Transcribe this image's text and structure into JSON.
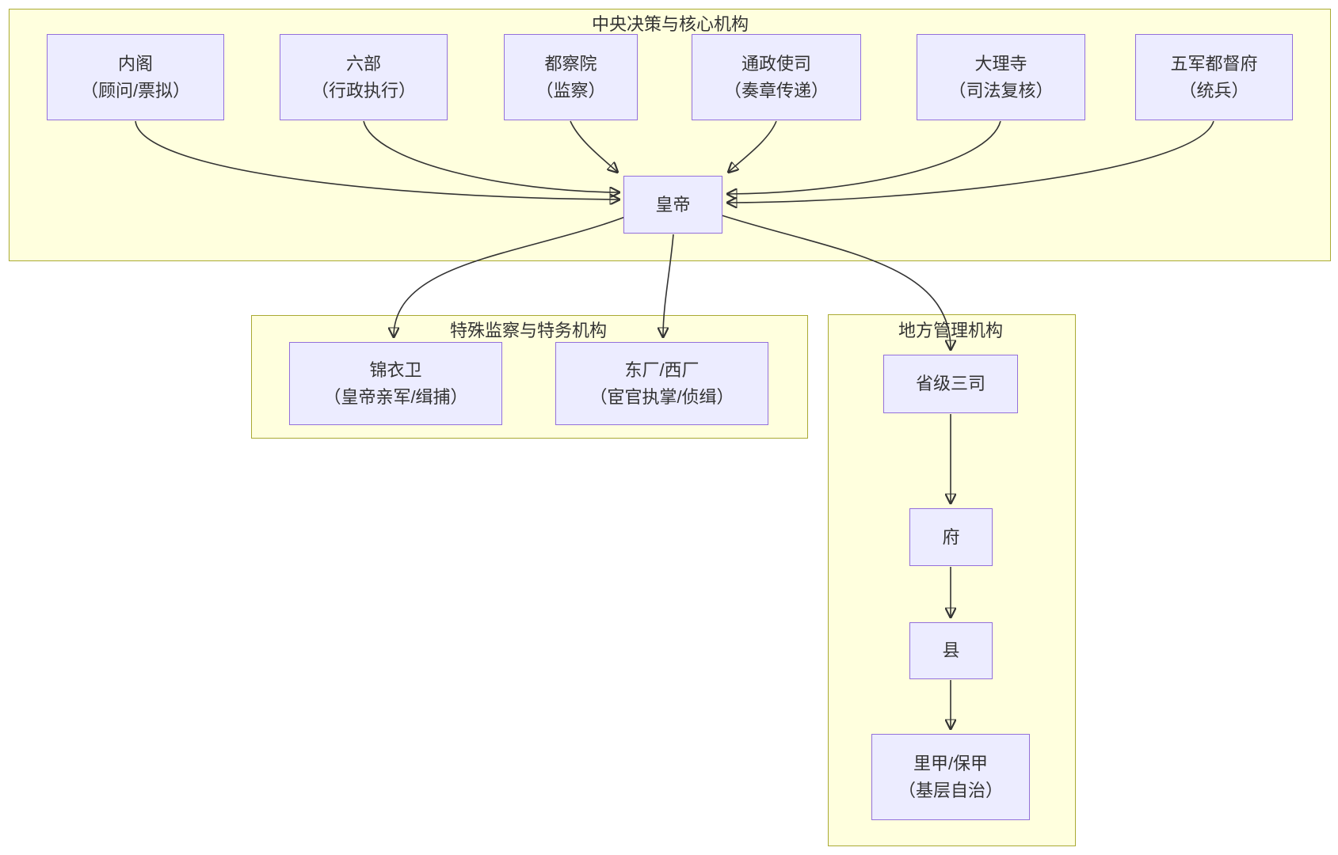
{
  "diagram": {
    "type": "flowchart",
    "clusters": {
      "central_core": {
        "title": "中央决策与核心机构"
      },
      "special_surveillance": {
        "title": "特殊监察与特务机构"
      },
      "local_administration": {
        "title": "地方管理机构"
      }
    },
    "nodes": {
      "grand_secretariat": {
        "line1": "内阁",
        "line2": "（顾问/票拟）"
      },
      "six_ministries": {
        "line1": "六部",
        "line2": "（行政执行）"
      },
      "censorate": {
        "line1": "都察院",
        "line2": "（监察）"
      },
      "office_of_transmission": {
        "line1": "通政使司",
        "line2": "（奏章传递）"
      },
      "court_of_judicial_review": {
        "line1": "大理寺",
        "line2": "（司法复核）"
      },
      "five_military_commissions": {
        "line1": "五军都督府",
        "line2": "（统兵）"
      },
      "emperor": {
        "line1": "皇帝"
      },
      "embroidered_uniform_guard": {
        "line1": "锦衣卫",
        "line2": "（皇帝亲军/缉捕）"
      },
      "eastern_western_depots": {
        "line1": "东厂/西厂",
        "line2": "（宦官执掌/侦缉）"
      },
      "provincial_three_commissions": {
        "line1": "省级三司"
      },
      "prefecture": {
        "line1": "府"
      },
      "county": {
        "line1": "县"
      },
      "lijia_baojia": {
        "line1": "里甲/保甲",
        "line2": "（基层自治）"
      }
    },
    "edges": [
      {
        "from": "内阁",
        "to": "皇帝"
      },
      {
        "from": "六部",
        "to": "皇帝"
      },
      {
        "from": "都察院",
        "to": "皇帝"
      },
      {
        "from": "通政使司",
        "to": "皇帝"
      },
      {
        "from": "大理寺",
        "to": "皇帝"
      },
      {
        "from": "五军都督府",
        "to": "皇帝"
      },
      {
        "from": "皇帝",
        "to": "锦衣卫"
      },
      {
        "from": "皇帝",
        "to": "东厂/西厂"
      },
      {
        "from": "皇帝",
        "to": "省级三司"
      },
      {
        "from": "省级三司",
        "to": "府"
      },
      {
        "from": "府",
        "to": "县"
      },
      {
        "from": "县",
        "to": "里甲/保甲"
      }
    ],
    "colors": {
      "node_fill": "#ececff",
      "node_border": "#9370db",
      "cluster_fill": "#ffffde",
      "cluster_border": "#aaaa33",
      "edge_stroke": "#333333",
      "text": "#333333",
      "page_background": "#ffffff"
    }
  }
}
